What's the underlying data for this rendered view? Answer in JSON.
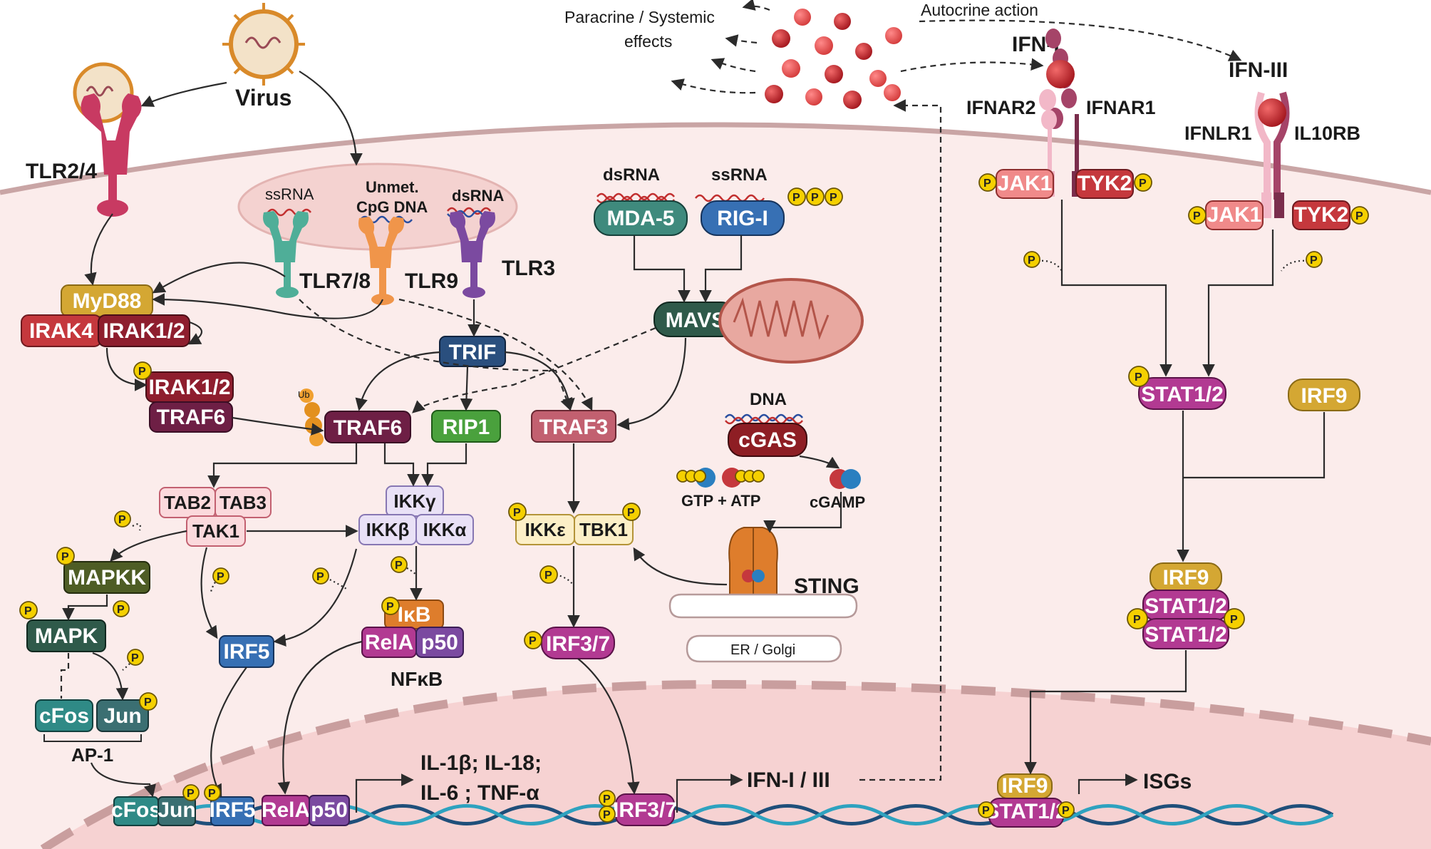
{
  "virus": "Virus",
  "receptors": {
    "tlr24": "TLR2/4",
    "tlr78": "TLR7/8",
    "tlr9": "TLR9",
    "tlr3": "TLR3",
    "ssrna_endo": "ssRNA",
    "cpg_l1": "Unmet.",
    "cpg_l2": "CpG DNA",
    "dsrna_endo": "dsRNA"
  },
  "cytosolic_sensors": {
    "dsrna": "dsRNA",
    "ssrna": "ssRNA",
    "mda5": "MDA-5",
    "rigi": "RIG-I",
    "mavs": "MAVS",
    "dna": "DNA",
    "cgas": "cGAS",
    "gtp_atp": "GTP + ATP",
    "cgamp": "cGAMP",
    "sting": "STING",
    "er_golgi": "ER / Golgi"
  },
  "adaptors": {
    "myd88": "MyD88",
    "irak4": "IRAK4",
    "irak12": "IRAK1/2",
    "irak12_b": "IRAK1/2",
    "traf6_a": "TRAF6",
    "traf6": "TRAF6",
    "ub": "Ub",
    "trif": "TRIF",
    "rip1": "RIP1",
    "traf3": "TRAF3"
  },
  "kinases": {
    "tab2": "TAB2",
    "tab3": "TAB3",
    "tak1": "TAK1",
    "ikkg": "IKKγ",
    "ikkb": "IKKβ",
    "ikka": "IKKα",
    "ikke": "IKKε",
    "tbk1": "TBK1",
    "mapkk": "MAPKK",
    "mapk": "MAPK"
  },
  "transcription": {
    "irf5": "IRF5",
    "ikb": "IκB",
    "rela": "RelA",
    "p50": "p50",
    "nfkb": "NFκB",
    "irf37": "IRF3/7",
    "cfos": "cFos",
    "jun": "Jun",
    "ap1": "AP-1"
  },
  "nucleus": {
    "cfos": "cFos",
    "jun": "Jun",
    "irf5": "IRF5",
    "rela": "RelA",
    "p50": "p50",
    "cytokines_l1": "IL-1β; IL-18;",
    "cytokines_l2": "IL-6 ; TNF-α",
    "irf37": "IRF3/7",
    "ifn_out": "IFN-I / III",
    "irf9": "IRF9",
    "stat12": "STAT1/2",
    "isgs": "ISGs"
  },
  "extracellular": {
    "paracrine_l1": "Paracrine / Systemic",
    "paracrine_l2": "effects",
    "autocrine": "Autocrine action",
    "ifn1": "IFN-I",
    "ifn3": "IFN-III"
  },
  "ifn_receptors": {
    "ifnar2": "IFNAR2",
    "ifnar1": "IFNAR1",
    "ifnlr1": "IFNLR1",
    "il10rb": "IL10RB",
    "jak1": "JAK1",
    "tyk2": "TYK2"
  },
  "jak_stat": {
    "stat12": "STAT1/2",
    "irf9": "IRF9",
    "isgf3_irf9": "IRF9",
    "isgf3_stat_a": "STAT1/2",
    "isgf3_stat_b": "STAT1/2"
  },
  "phospho": "P",
  "colors": {
    "cytoplasm": "#fbeceb",
    "nucleus": "#f6d2d2",
    "membrane": "#c9a5a5",
    "myd88": "#d4a733",
    "red": "#c5383d",
    "maroon": "#6e1f45",
    "navy": "#2a4f7e",
    "green": "#4aa13d",
    "rose": "#c26070",
    "teal": "#3f8a7d",
    "blue": "#3770b4",
    "darkgreen": "#2f5a4a",
    "olive": "#4e5d25",
    "magenta": "#b23a92",
    "orange": "#de7d2c",
    "cgas": "#8e1e24",
    "phospho": "#f5d000"
  }
}
